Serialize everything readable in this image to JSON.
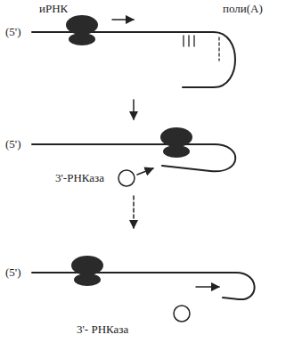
{
  "diagram": {
    "labels": [
      "(5')",
      "иРНК",
      "поли(А)",
      "(5')",
      "3'-РНКаза",
      "(5')",
      "3'- РНКаза"
    ]
  }
}
